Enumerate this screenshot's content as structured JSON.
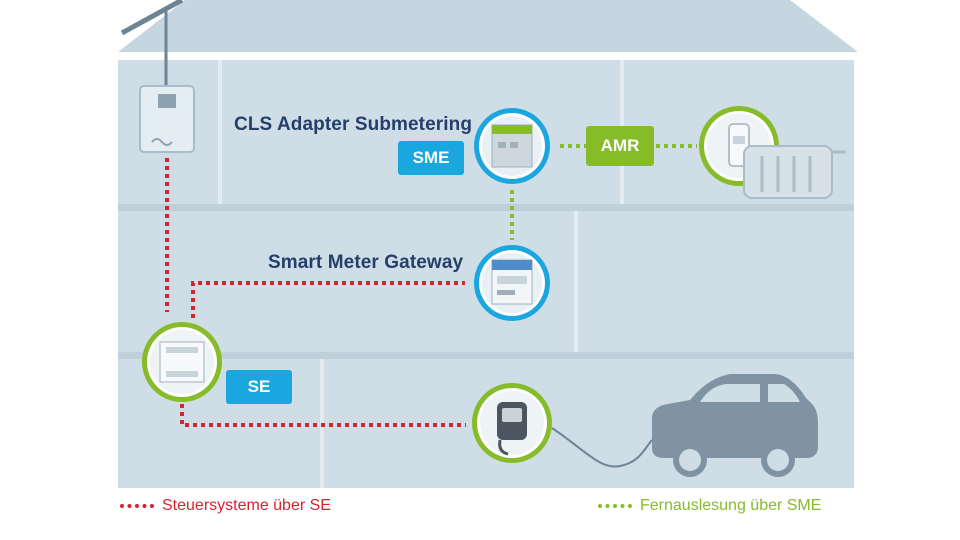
{
  "diagram": {
    "labels": {
      "cls_adapter": "CLS Adapter Submetering",
      "smart_meter_gateway": "Smart Meter Gateway"
    },
    "tags": {
      "sme": "SME",
      "amr": "AMR",
      "se": "SE"
    }
  },
  "legend": {
    "red": "Steuersysteme über SE",
    "green": "Fernauslesung über SME"
  },
  "colors": {
    "house": "#cfdde6",
    "roof": "#c5d6e0",
    "wall_lines": "#e3ecf1",
    "red_line": "#d8222f",
    "green_line": "#86bb2a",
    "blue_ring": "#1aa6de",
    "green_ring": "#86bb2a",
    "label_text": "#24406a",
    "car": "#7f93a3"
  },
  "icons": [
    "antenna-icon",
    "meter-icon",
    "gateway-icon",
    "cls-adapter-icon",
    "heat-meter-icon",
    "radiator-icon",
    "control-box-icon",
    "wallbox-icon",
    "car-icon"
  ]
}
